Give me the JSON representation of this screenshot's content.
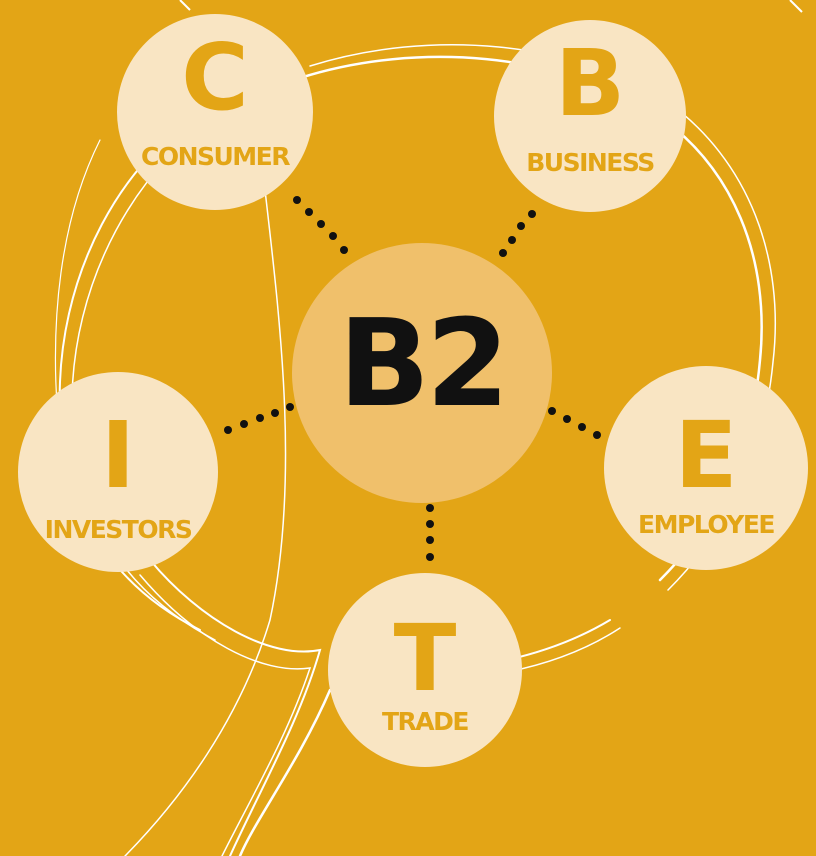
{
  "center": {
    "label": "B2"
  },
  "nodes": {
    "consumer": {
      "letter": "C",
      "label": "CONSUMER"
    },
    "business": {
      "letter": "B",
      "label": "BUSINESS"
    },
    "investors": {
      "letter": "I",
      "label": "INVESTORS"
    },
    "employee": {
      "letter": "E",
      "label": "EMPLOYEE"
    },
    "trade": {
      "letter": "T",
      "label": "TRADE"
    }
  },
  "colors": {
    "background": "#E3A516",
    "node_fill": "#F9E5C3",
    "center_fill": "#F0C06B",
    "accent_text": "#E3A516",
    "center_text": "#111111",
    "outline": "#FFFFFF",
    "connector_dots": "#111111"
  }
}
